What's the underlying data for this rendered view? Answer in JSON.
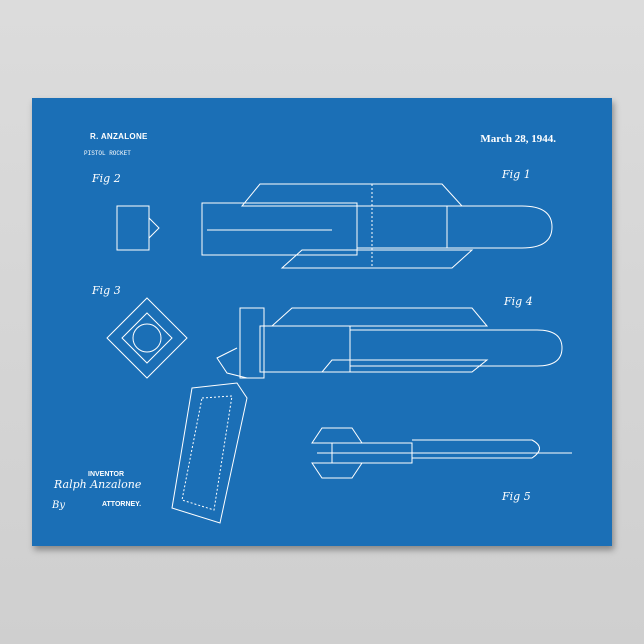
{
  "poster": {
    "inventor_name": "R. ANZALONE",
    "title": "PISTOL ROCKET",
    "date": "March 28, 1944.",
    "figures": [
      "Fig 1",
      "Fig 2",
      "Fig 3",
      "Fig 4",
      "Fig 5"
    ],
    "inventor_label": "INVENTOR",
    "inventor_signature": "Ralph Anzalone",
    "by_label": "By",
    "attorney_label": "ATTORNEY.",
    "colors": {
      "blueprint": "#1b6fb6",
      "lines": "#ffffff",
      "wall": "#d6d6d6"
    }
  }
}
